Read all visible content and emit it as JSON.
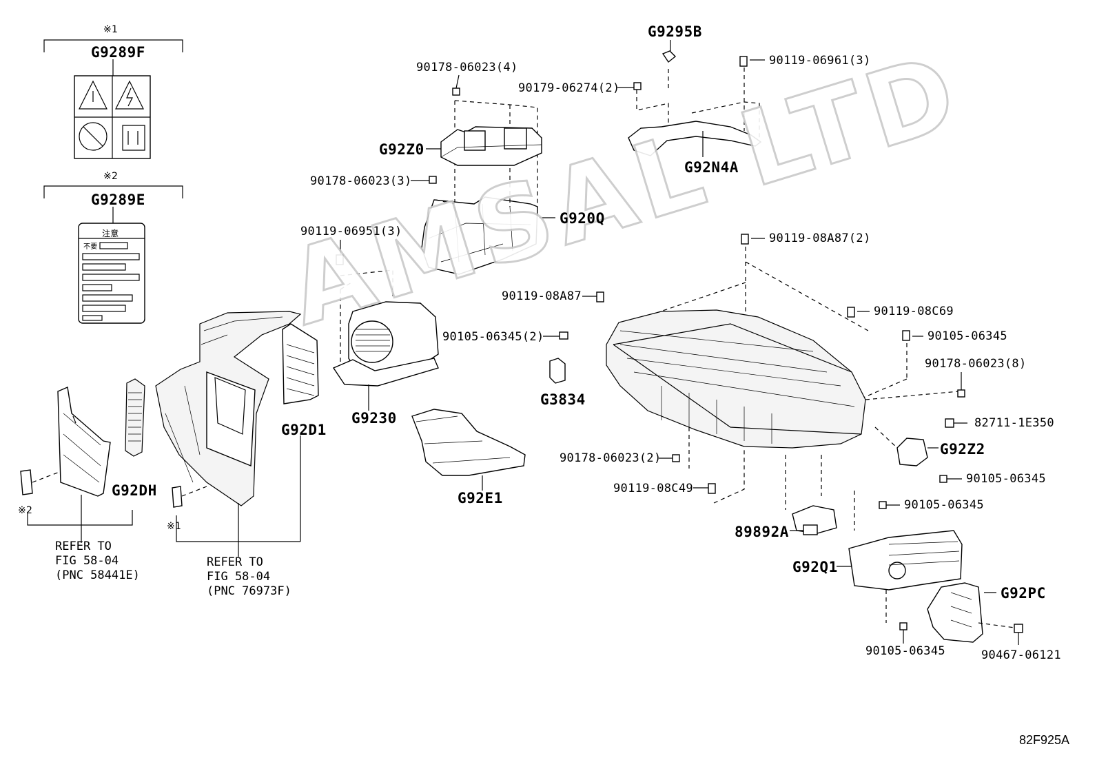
{
  "labels": {
    "note1": "※1",
    "note2": "※2",
    "g9289f": "G9289F",
    "g9289e": "G9289E",
    "g9295b": "G9295B",
    "g92z0": "G92Z0",
    "g920q": "G920Q",
    "g92n4a": "G92N4A",
    "g9230": "G9230",
    "g92d1": "G92D1",
    "g92dh": "G92DH",
    "g92e1": "G92E1",
    "g3834": "G3834",
    "g92z2": "G92Z2",
    "n89892a": "89892A",
    "g92q1": "G92Q1",
    "g92pc": "G92PC",
    "p1": "90178-06023(4)",
    "p2": "90179-06274(2)",
    "p3": "90119-06961(3)",
    "p4": "90178-06023(3)",
    "p5": "90119-06951(3)",
    "p6": "90119-08A87(2)",
    "p7": "90119-08A87",
    "p8": "90119-08C69",
    "p9": "90105-06345(2)",
    "p10": "90105-06345",
    "p11": "90178-06023(8)",
    "p12": "82711-1E350",
    "p13": "90178-06023(2)",
    "p14": "90105-06345",
    "p15": "90119-08C49",
    "p16": "90105-06345",
    "p17": "90105-06345",
    "p18": "90467-06121",
    "note1_bottom": "※1",
    "note2_bottom": "※2"
  },
  "label_text": {
    "kanji_title": "注意",
    "kanji_sub": "不要"
  },
  "refer1": [
    "REFER TO",
    "FIG 58-04",
    "(PNC 58441E)"
  ],
  "refer2": [
    "REFER TO",
    "FIG 58-04",
    "(PNC 76973F)"
  ],
  "watermark": "AMSAL LTD",
  "figure_code": "82F925A"
}
